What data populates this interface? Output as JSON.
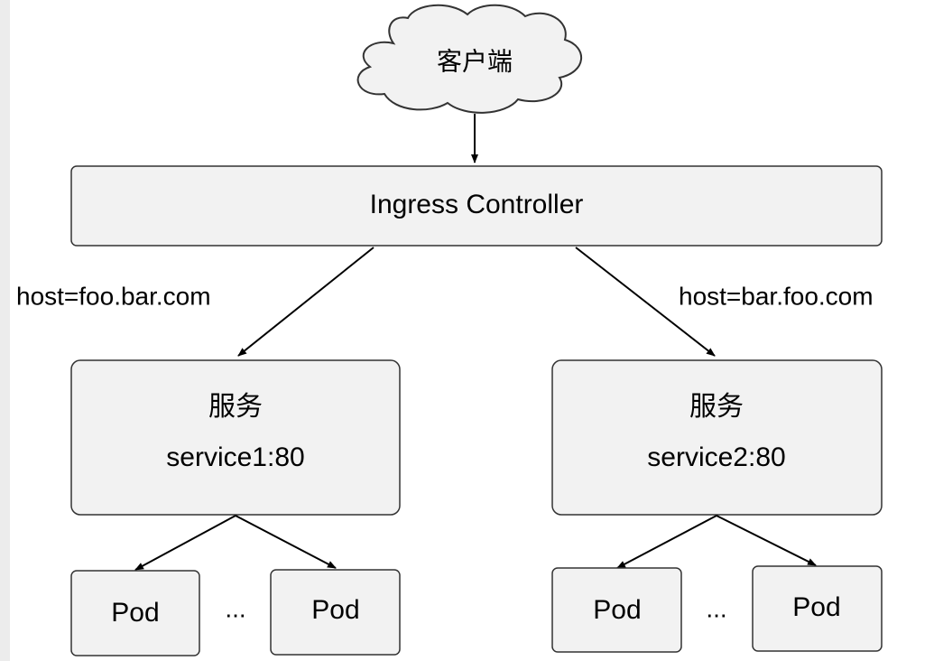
{
  "client": {
    "label": "客户端"
  },
  "ingress": {
    "label": "Ingress Controller"
  },
  "routes": {
    "left_host": "host=foo.bar.com",
    "right_host": "host=bar.foo.com"
  },
  "services": [
    {
      "title": "服务",
      "name": "service1:80"
    },
    {
      "title": "服务",
      "name": "service2:80"
    }
  ],
  "pods": {
    "label": "Pod",
    "ellipsis": "..."
  },
  "colors": {
    "box_fill": "#f2f2f2",
    "box_stroke": "#333333",
    "arrow": "#000000"
  }
}
